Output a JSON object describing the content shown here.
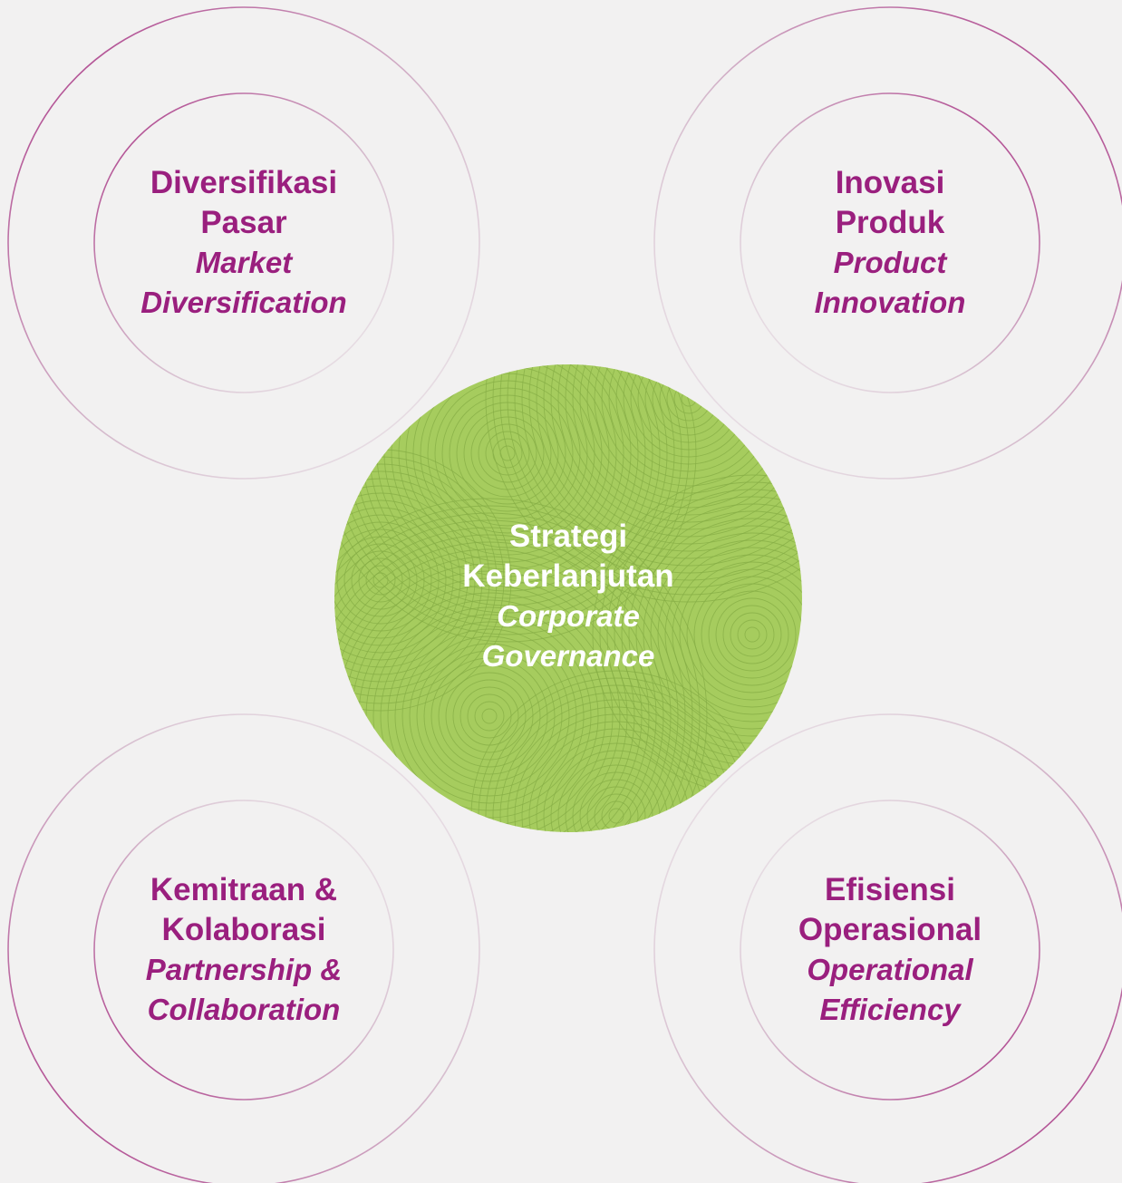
{
  "diagram": {
    "colors": {
      "background": "#f2f1f1",
      "accent_text": "#9a1f7e",
      "ring_stroke": "#a6287f",
      "center_fill": "#a6cc5e",
      "center_pattern": "#86ad45",
      "center_text": "#ffffff"
    },
    "center": {
      "local_lines": [
        "Strategi",
        "Keberlanjutan"
      ],
      "english_lines": [
        "Corporate",
        "Governance"
      ]
    },
    "nodes": [
      {
        "id": "market-diversification",
        "local_lines": [
          "Diversifikasi",
          "Pasar"
        ],
        "english_lines": [
          "Market",
          "Diversification"
        ]
      },
      {
        "id": "product-innovation",
        "local_lines": [
          "Inovasi",
          "Produk"
        ],
        "english_lines": [
          "Product",
          "Innovation"
        ]
      },
      {
        "id": "partnership-collaboration",
        "local_lines": [
          "Kemitraan &",
          "Kolaborasi"
        ],
        "english_lines": [
          "Partnership &",
          "Collaboration"
        ]
      },
      {
        "id": "operational-efficiency",
        "local_lines": [
          "Efisiensi",
          "Operasional"
        ],
        "english_lines": [
          "Operational",
          "Efficiency"
        ]
      }
    ]
  }
}
